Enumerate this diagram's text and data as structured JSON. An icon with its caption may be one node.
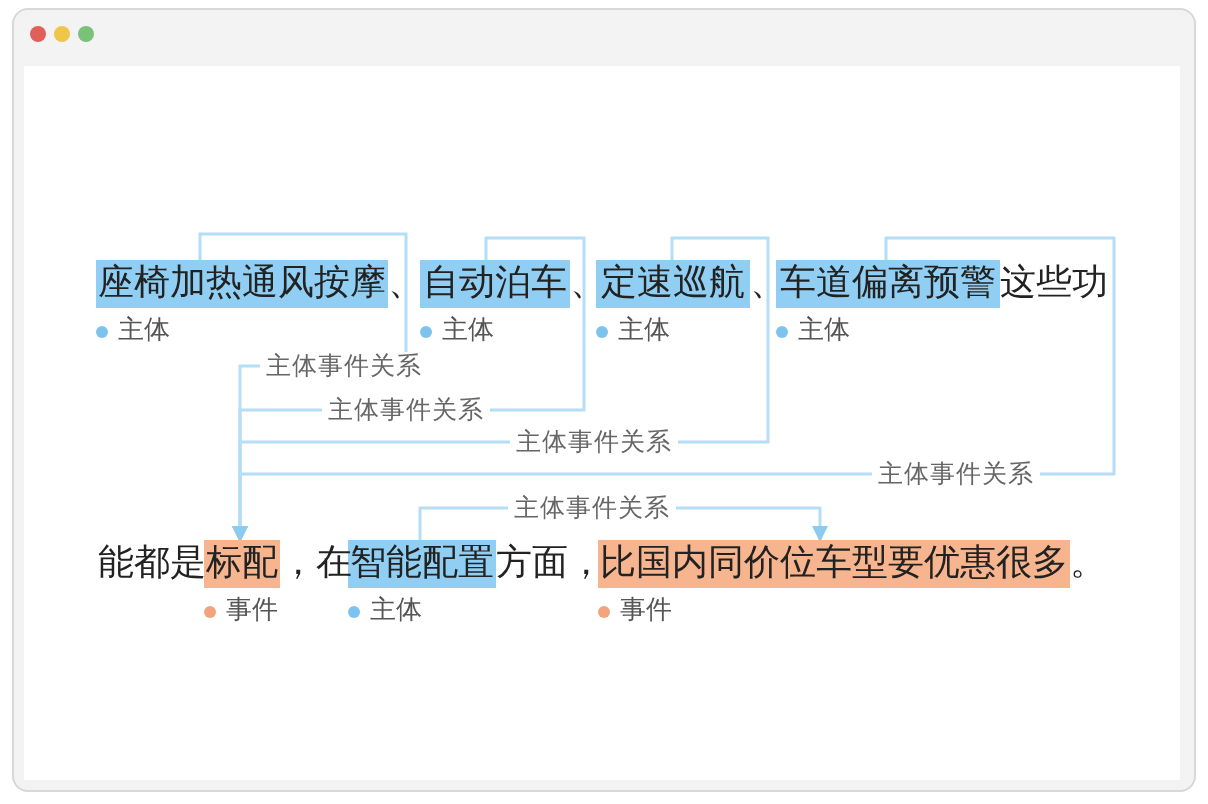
{
  "diagram": {
    "nodes": [
      {
        "text": [
          "座椅加热通风按摩"
        ],
        "beside": [
          "主体"
        ]
      },
      {
        "text": [
          "自动泊车"
        ],
        "beside": [
          "主体"
        ]
      },
      {
        "text": [
          "定速巡航"
        ],
        "beside": [
          "主体"
        ]
      },
      {
        "text": [
          "车道偏离预警"
        ],
        "beside": [
          "主体"
        ]
      },
      {
        "text": [
          "标配"
        ],
        "beside": [
          "事件"
        ]
      },
      {
        "text": [
          "智能配置"
        ],
        "beside": [
          "主体"
        ]
      },
      {
        "text": [
          "比国内同价位车型要优惠很多"
        ],
        "beside": [
          "事件"
        ]
      }
    ],
    "edges": [
      {
        "from": 0,
        "to": 4,
        "arrow": "to",
        "label": "主体事件关系"
      },
      {
        "from": 1,
        "to": 4,
        "arrow": "to",
        "label": "主体事件关系"
      },
      {
        "from": 2,
        "to": 4,
        "arrow": "to",
        "label": "主体事件关系"
      },
      {
        "from": 3,
        "to": 4,
        "arrow": "to",
        "label": "主体事件关系"
      },
      {
        "from": 5,
        "to": 6,
        "arrow": "to",
        "label": "主体事件关系"
      }
    ],
    "labels": [
      "、",
      "、",
      "、",
      "这些功",
      "能都是",
      "，在",
      "方面，",
      "。"
    ]
  }
}
